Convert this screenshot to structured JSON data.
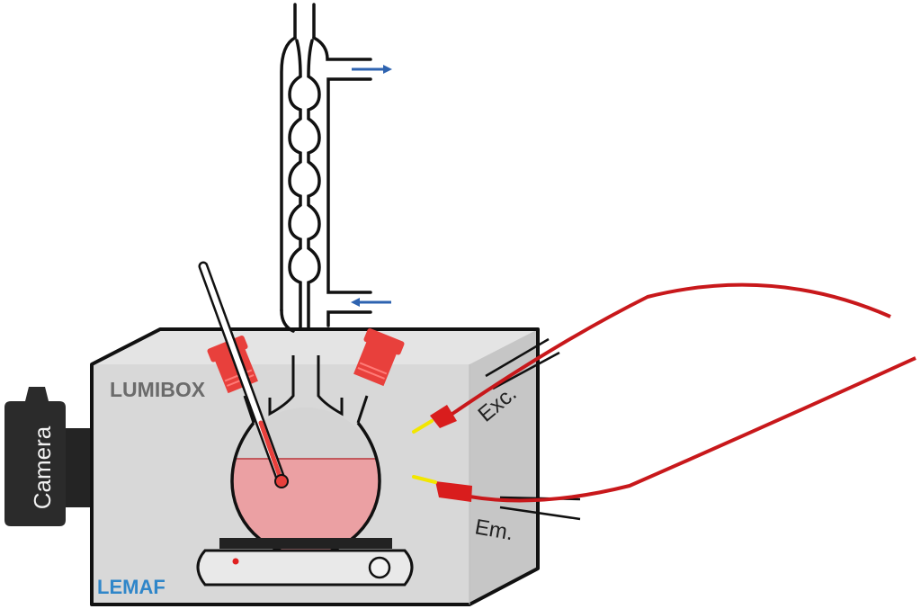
{
  "diagram": {
    "box_label": "LUMIBOX",
    "camera_label": "Camera",
    "excitation_label": "Exc.",
    "emission_label": "Em.",
    "logo_text": "LEMAF",
    "logo_subtitle": "Laboratório de Espectroscopia de Materiais Funcionais",
    "components": [
      "reflux-condenser",
      "three-neck-round-bottom-flask",
      "thermometer",
      "rubber-stoppers",
      "magnetic-stirrer-hotplate",
      "camera",
      "optical-fibers"
    ],
    "water_flow": {
      "outlet": "top",
      "inlet": "bottom"
    }
  },
  "colors": {
    "box_front": "#d6d6d6",
    "box_side": "#c4c4c4",
    "box_top": "#e2e2e2",
    "outline": "#111111",
    "stopper_red": "#e8403c",
    "liquid_pink": "#eba0a3",
    "fiber_red": "#c8181b",
    "fiber_tip_yellow": "#f2e600",
    "arrow_blue": "#2e63b0",
    "camera_body": "#2b2b2b",
    "label_gray": "#6b6b6b"
  }
}
